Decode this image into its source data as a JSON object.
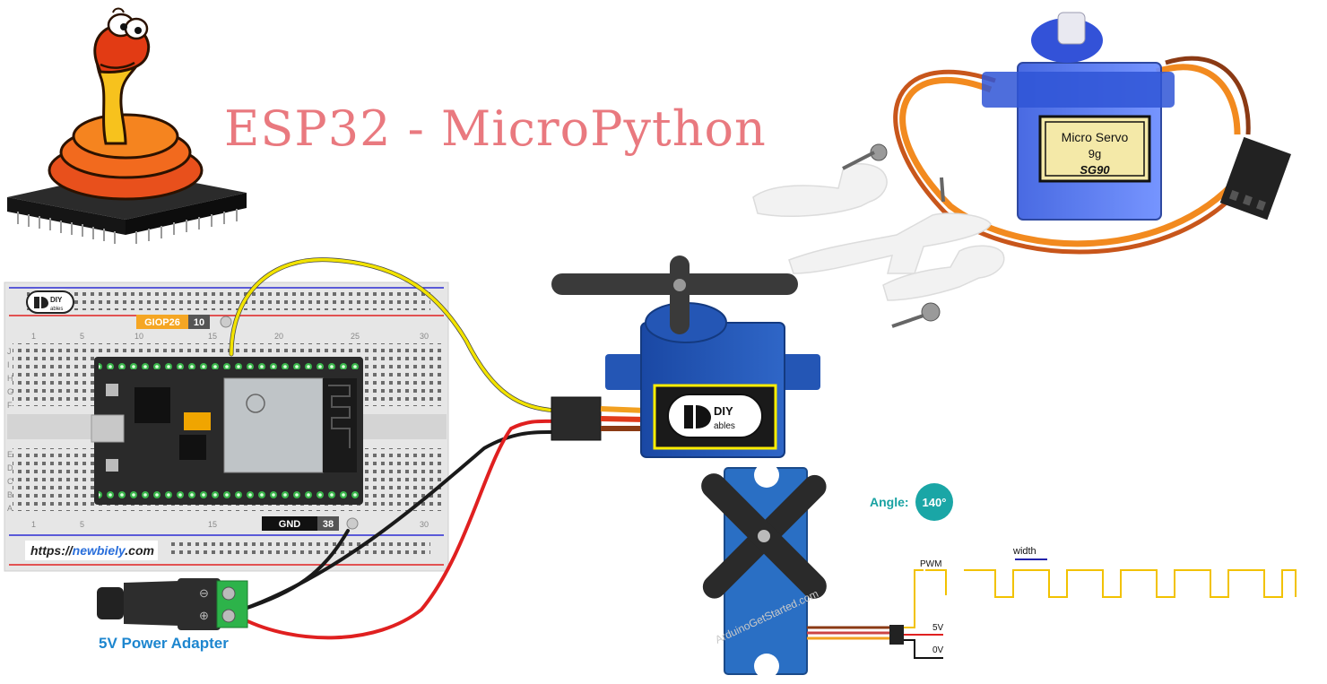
{
  "title": "ESP32 - MicroPython",
  "breadboard": {
    "brand": "DIY",
    "brand_sub": "ables",
    "url_prefix": "https://",
    "url_domain": "newbiely",
    "url_suffix": ".com",
    "col_numbers": [
      "1",
      "5",
      "10",
      "15",
      "20",
      "25",
      "30"
    ],
    "row_letters_top": [
      "J",
      "I",
      "H",
      "G",
      "F"
    ],
    "row_letters_bottom": [
      "E",
      "D",
      "C",
      "B",
      "A"
    ]
  },
  "pins": {
    "signal_name": "GIOP26",
    "signal_num": "10",
    "ground_name": "GND",
    "ground_num": "38"
  },
  "adapter": {
    "label": "5V Power Adapter",
    "minus": "⊖",
    "plus": "⊕"
  },
  "servo_logo": {
    "brand": "DIY",
    "brand_sub": "ables"
  },
  "servo_photo": {
    "line1": "Micro Servo",
    "line2": "9g",
    "model": "SG90"
  },
  "animation": {
    "angle_label": "Angle:",
    "angle_value": "140°",
    "watermark": "ArduinoGetStarted.com",
    "pwm": "PWM",
    "width": "width",
    "v5": "5V",
    "v0": "0V"
  },
  "colors": {
    "title": "#e9797f",
    "signal_wire": "#f2e300",
    "power_wire": "#e02020",
    "ground_wire": "#1a1a1a",
    "servo_blue": "#1f4fa8",
    "badge_teal": "#1aa6a6",
    "pin_label_orange": "#f5a623"
  },
  "icons": [
    "micropython-snake-logo",
    "esp32-board",
    "breadboard",
    "sg90-servo",
    "dc-barrel-jack",
    "servo-horn"
  ]
}
